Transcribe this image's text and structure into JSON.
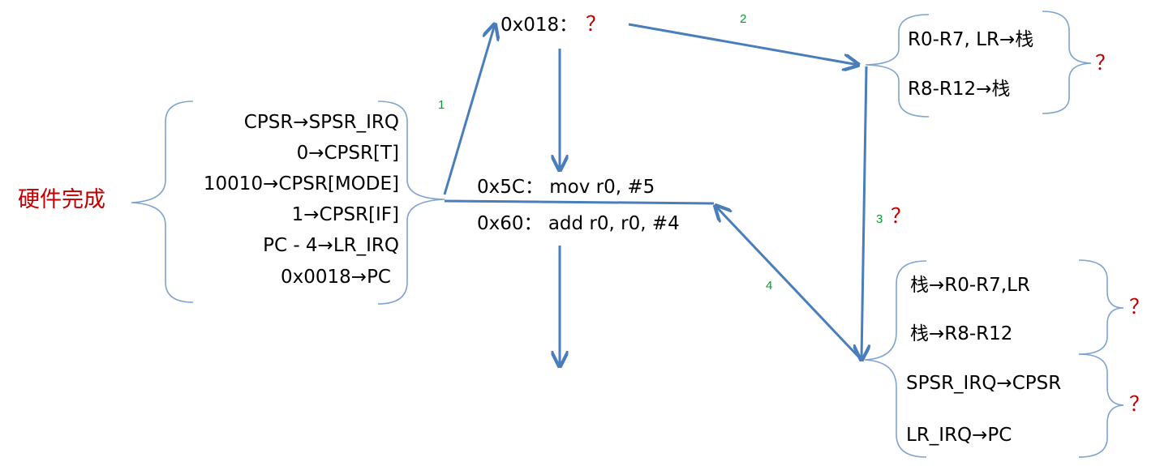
{
  "colors": {
    "arrow": "#4a7ebb",
    "brace": "#7fa3cf",
    "red": "#c00000",
    "green": "#00a030",
    "text": "#000000"
  },
  "left_group": {
    "label": "硬件完成",
    "lines": [
      "CPSR→SPSR_IRQ",
      "0→CPSR[T]",
      "10010→CPSR[MODE]",
      "1→CPSR[IF]",
      "PC - 4→LR_IRQ",
      "0x0018→PC"
    ]
  },
  "vector": {
    "address": "0x018：",
    "question": "？"
  },
  "program": {
    "line1": "0x5C：  mov r0, #5",
    "line2": "0x60：  add r0, r0, #4"
  },
  "save_group": {
    "lines": [
      "R0-R7, LR→栈",
      "R8-R12→栈"
    ],
    "question": "？"
  },
  "restore_group": {
    "lines": [
      "栈→R0-R7,LR",
      "栈→R8-R12"
    ],
    "question": "？"
  },
  "return_group": {
    "lines": [
      "SPSR_IRQ→CPSR",
      "LR_IRQ→PC"
    ],
    "question": "？"
  },
  "steps": {
    "s1": "1",
    "s2": "2",
    "s3": "3",
    "s3_question": "？",
    "s4": "4"
  }
}
